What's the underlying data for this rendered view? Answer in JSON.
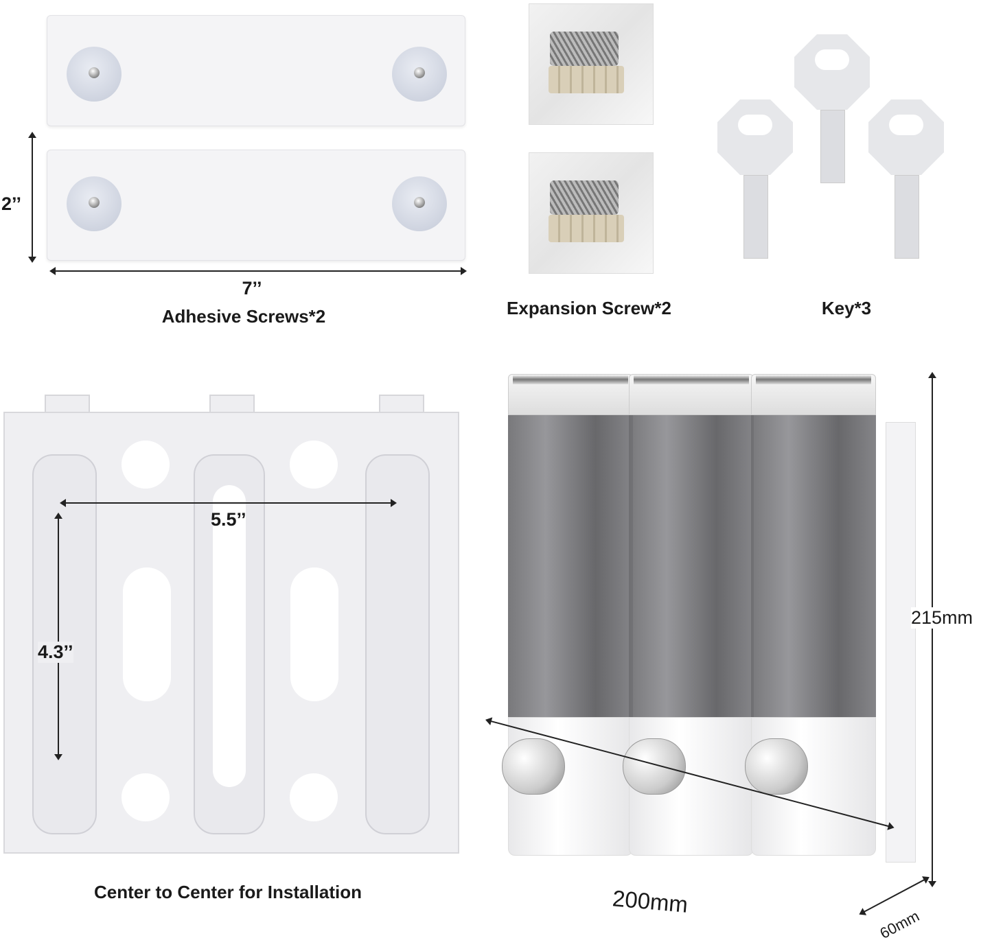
{
  "accessories": {
    "adhesive": {
      "label": "Adhesive Screws*2",
      "height_dim": "2’’",
      "width_dim": "7’’"
    },
    "expansion": {
      "label": "Expansion Screw*2"
    },
    "keys": {
      "label": "Key*3"
    }
  },
  "bracket": {
    "label": "Center to Center for Installation",
    "horizontal_dim": "5.5’’",
    "vertical_dim": "4.3’’"
  },
  "dispenser": {
    "height_dim": "215mm",
    "width_dim": "200mm",
    "depth_dim": "60mm"
  }
}
